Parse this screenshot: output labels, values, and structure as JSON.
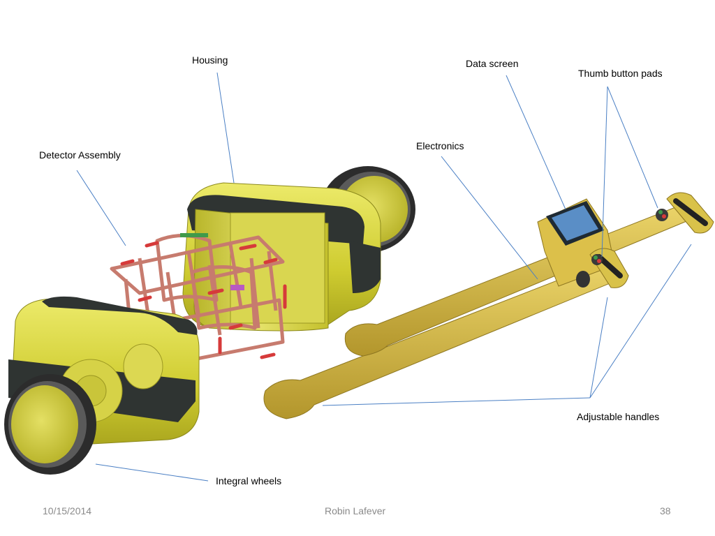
{
  "labels": {
    "housing": "Housing",
    "data_screen": "Data screen",
    "thumb_button_pads": "Thumb button pads",
    "detector_assembly": "Detector Assembly",
    "electronics": "Electronics",
    "adjustable_handles": "Adjustable handles",
    "integral_wheels": "Integral wheels"
  },
  "footer": {
    "date": "10/15/2014",
    "author": "Robin Lafever",
    "page": "38"
  },
  "colors": {
    "housing_yellow": "#d4d13a",
    "housing_dark": "#2f3432",
    "coil_copper": "#c77b6e",
    "coil_red": "#d63a3a",
    "leader_line": "#4a7fc4",
    "screen_blue": "#5a8ec6"
  }
}
